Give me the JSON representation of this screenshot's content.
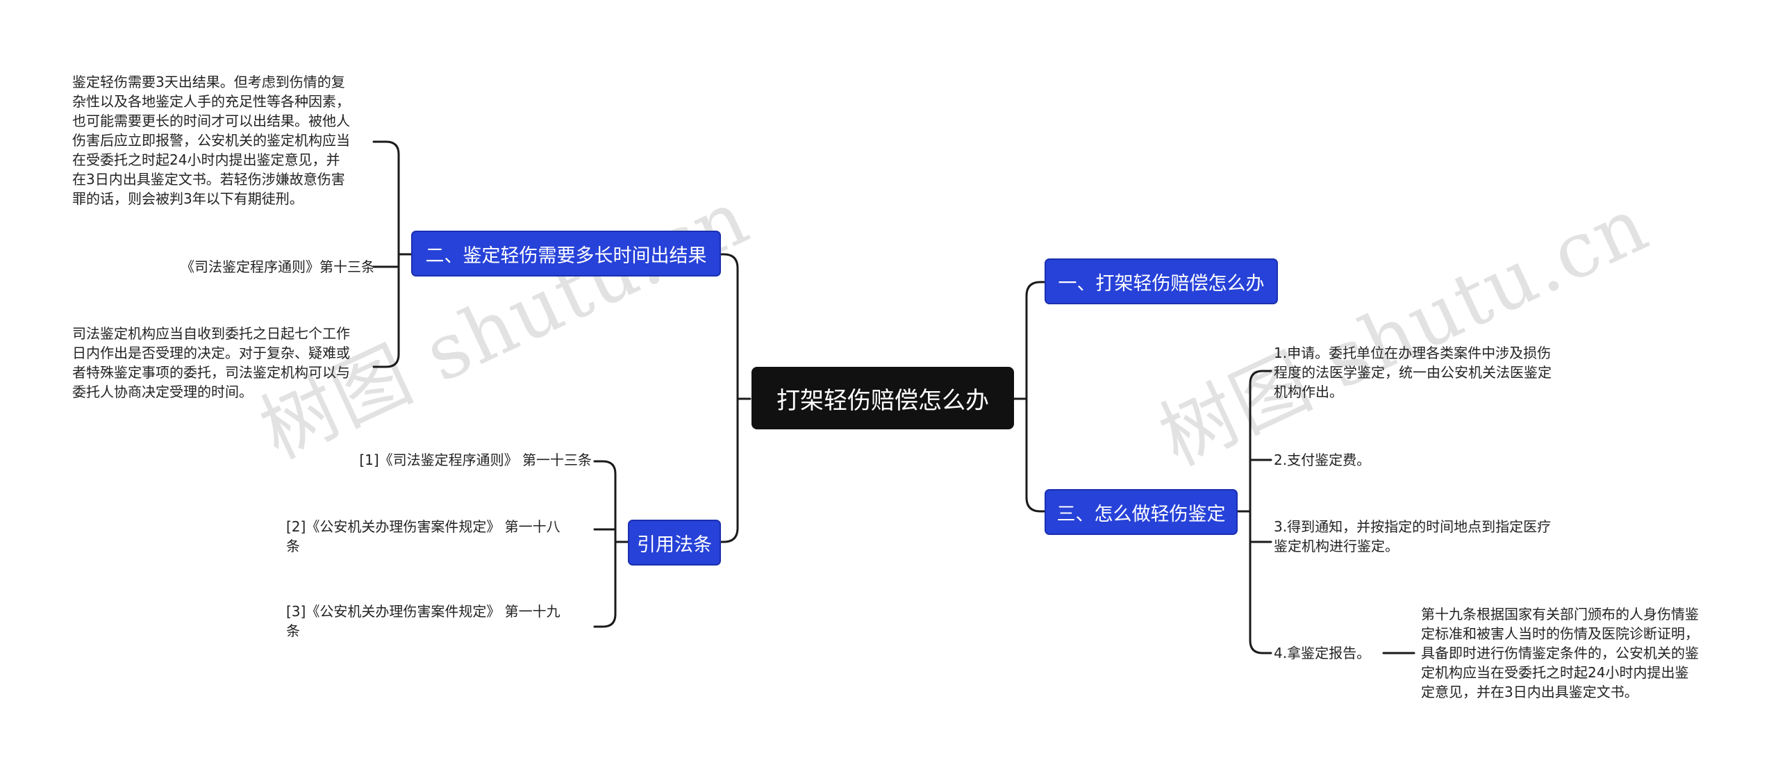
{
  "root": {
    "label": "打架轻伤赔偿怎么办"
  },
  "watermarks": [
    "树图 shutu.cn",
    "树图 shutu.cn"
  ],
  "branches": {
    "b1": {
      "label": "一、打架轻伤赔偿怎么办"
    },
    "b2": {
      "label": "二、鉴定轻伤需要多长时间出结果"
    },
    "b3": {
      "label": "三、怎么做轻伤鉴定"
    },
    "b4": {
      "label": "引用法条"
    }
  },
  "b2_children": {
    "c1": [
      "鉴定轻伤需要3天出结果。但考虑到伤情的复",
      "杂性以及各地鉴定人手的充足性等各种因素，",
      "也可能需要更长的时间才可以出结果。被他人",
      "伤害后应立即报警，公安机关的鉴定机构应当",
      "在受委托之时起24小时内提出鉴定意见，并",
      "在3日内出具鉴定文书。若轻伤涉嫌故意伤害",
      "罪的话，则会被判3年以下有期徒刑。"
    ],
    "c2": [
      "《司法鉴定程序通则》第十三条"
    ],
    "c3": [
      "司法鉴定机构应当自收到委托之日起七个工作",
      "日内作出是否受理的决定。对于复杂、疑难或",
      "者特殊鉴定事项的委托，司法鉴定机构可以与",
      "委托人协商决定受理的时间。"
    ]
  },
  "b4_children": {
    "c1": [
      "[1]《司法鉴定程序通则》 第一十三条"
    ],
    "c2": [
      "[2]《公安机关办理伤害案件规定》 第一十八",
      "条"
    ],
    "c3": [
      "[3]《公安机关办理伤害案件规定》 第一十九",
      "条"
    ]
  },
  "b3_children": {
    "c1": [
      "1.申请。委托单位在办理各类案件中涉及损伤",
      "程度的法医学鉴定，统一由公安机关法医鉴定",
      "机构作出。"
    ],
    "c2": [
      "2.支付鉴定费。"
    ],
    "c3": [
      "3.得到通知，并按指定的时间地点到指定医疗",
      "鉴定机构进行鉴定。"
    ],
    "c4": [
      "4.拿鉴定报告。"
    ],
    "c4_detail": [
      "第十九条根据国家有关部门颁布的人身伤情鉴",
      "定标准和被害人当时的伤情及医院诊断证明，",
      "具备即时进行伤情鉴定条件的，公安机关的鉴",
      "定机构应当在受委托之时起24小时内提出鉴",
      "定意见，并在3日内出具鉴定文书。"
    ]
  }
}
